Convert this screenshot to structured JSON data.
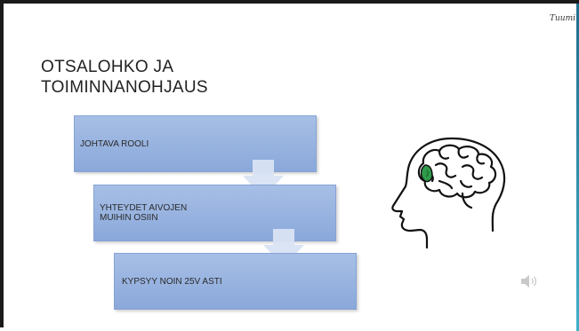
{
  "slide": {
    "title_lines": [
      "OTSALOHKO JA",
      "TOIMINNANOHJAUS"
    ],
    "logo_text": "Tuumi",
    "steps": [
      "JOHTAVA ROOLI",
      "YHTEYDET AIVOJEN\nMUIHIN OSIIN",
      "KYPSYY NOIN 25V ASTI"
    ]
  },
  "icons": {
    "brain": "head-brain-icon",
    "audio": "speaker-icon",
    "arrow": "down-arrow-icon"
  },
  "colors": {
    "box_fill": "#9bb5e2",
    "frontal_lobe": "#2f9a4a",
    "accent": "#2a91b0"
  }
}
